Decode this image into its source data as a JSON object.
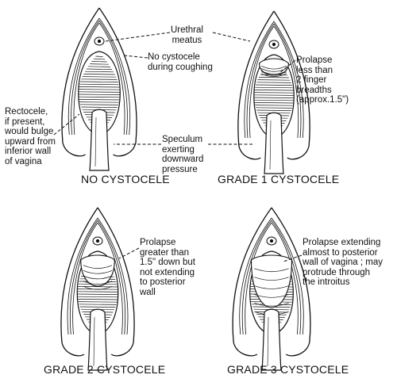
{
  "labels": {
    "urethral_meatus": "Urethral\nmeatus",
    "no_cystocele_coughing": "No cystocele\nduring coughing",
    "grade1_prolapse": "Prolapse\nless than\n2 finger\nbreadths\n(approx.1.5\")",
    "rectocele": "Rectocele,\nif present,\nwould bulge\nupward from\ninferior wall\nof vagina",
    "speculum": "Speculum\nexerting\ndownward\npressure",
    "grade2_prolapse": "Prolapse\ngreater than\n1.5\" down but\nnot extending\nto posterior\nwall",
    "grade3_prolapse": "Prolapse extending\nalmost to posterior\nwall of vagina ; may\nprotrude through\nthe introitus"
  },
  "captions": {
    "no_cystocele": "NO CYSTOCELE",
    "grade1": "GRADE 1 CYSTOCELE",
    "grade2": "GRADE 2 CYSTOCELE",
    "grade3": "GRADE 3 CYSTOCELE"
  }
}
